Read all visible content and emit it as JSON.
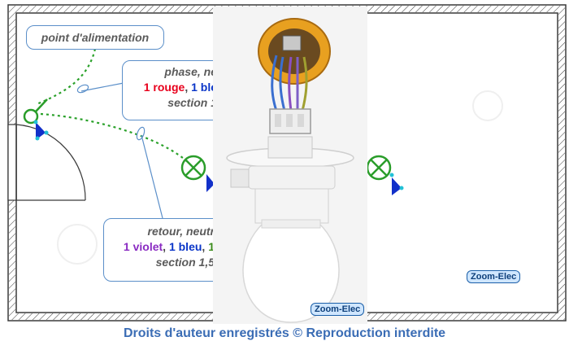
{
  "callouts": {
    "supply": {
      "text": "point d'alimentation"
    },
    "phase": {
      "line1": "phase, ne",
      "red": "1 rouge",
      "sep": ", ",
      "blue": "1 ble",
      "line3": "section 1"
    },
    "return": {
      "line1": "retour, neutr",
      "violet": "1 violet",
      "sep1": ", ",
      "blue": "1 bleu",
      "sep2": ", ",
      "green": "1",
      "line3": "section 1,5"
    }
  },
  "logos": {
    "right": "Zoom-Elec",
    "photo": "Zoom-Elec"
  },
  "footer": "Droits d'auteur enregistrés © Reproduction interdite",
  "colors": {
    "wall": "#3a3a3a",
    "wire": "#2aa12a",
    "callout_border": "#5b8fc9",
    "lamp": "#2a9d2a",
    "footer": "#3b6db5"
  }
}
